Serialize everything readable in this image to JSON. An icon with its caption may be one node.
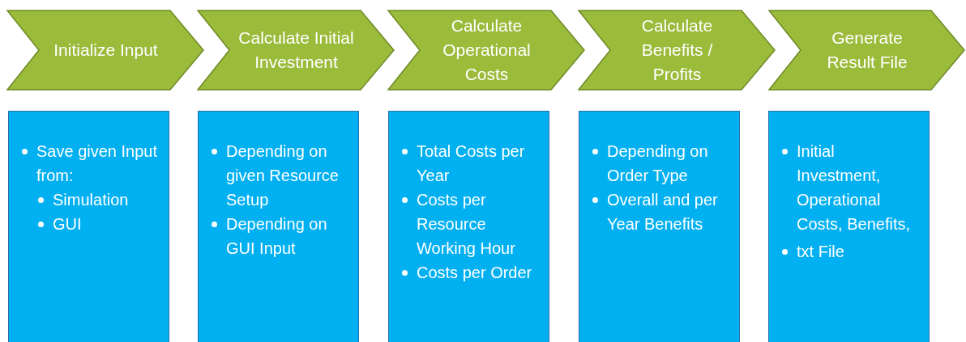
{
  "diagram": {
    "nodes": [
      {
        "text": [
          "Initialize Input"
        ]
      },
      {
        "text": [
          "Calculate Initial Investment"
        ]
      },
      {
        "text": [
          "Calculate Operational Costs"
        ]
      },
      {
        "text": [
          "Calculate Benefits / Profits"
        ]
      },
      {
        "text": [
          "Generate Result File"
        ]
      },
      {
        "text": [
          "Save given Input from:",
          "Simulation",
          "GUI"
        ]
      },
      {
        "text": [
          "Depending on given Resource Setup",
          "Depending on GUI Input"
        ]
      },
      {
        "text": [
          "Total Costs per Year",
          "Costs per Resource Working Hour",
          "Costs per Order"
        ]
      },
      {
        "text": [
          "Depending on Order Type",
          "Overall and per Year Benefits"
        ]
      },
      {
        "text": [
          "Initial Investment, Operational Costs, Benefits,",
          "txt File"
        ]
      }
    ]
  }
}
